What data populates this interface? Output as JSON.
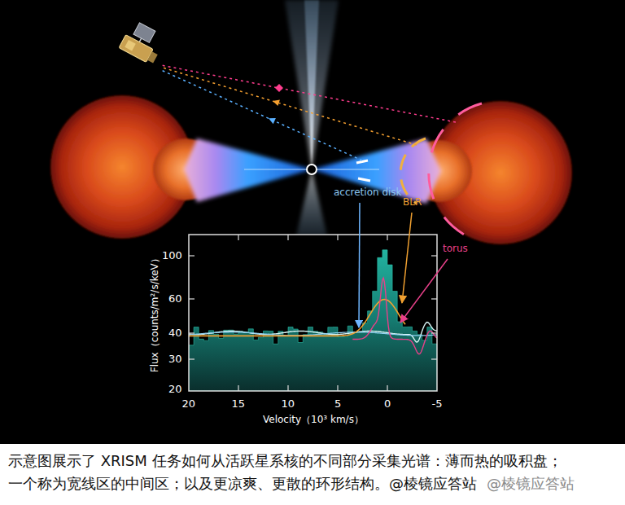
{
  "diagram": {
    "caption": "示意图展示了 XRISM 任务如何从活跃星系核的不同部分采集光谱：薄而热的吸积盘； 一个称为宽线区的中间区；以及更凉爽、更散的环形结构。@棱镜应答站",
    "labels": [
      "accretion disk",
      "BLR",
      "torus",
      "100",
      "60",
      "40",
      "30",
      "20",
      "20",
      "15",
      "10",
      "5",
      "0",
      "-5",
      "Flux（counts/m²/s/keV）",
      "Velocity（10³ km/s）",
      "@棱镜应答站"
    ]
  }
}
